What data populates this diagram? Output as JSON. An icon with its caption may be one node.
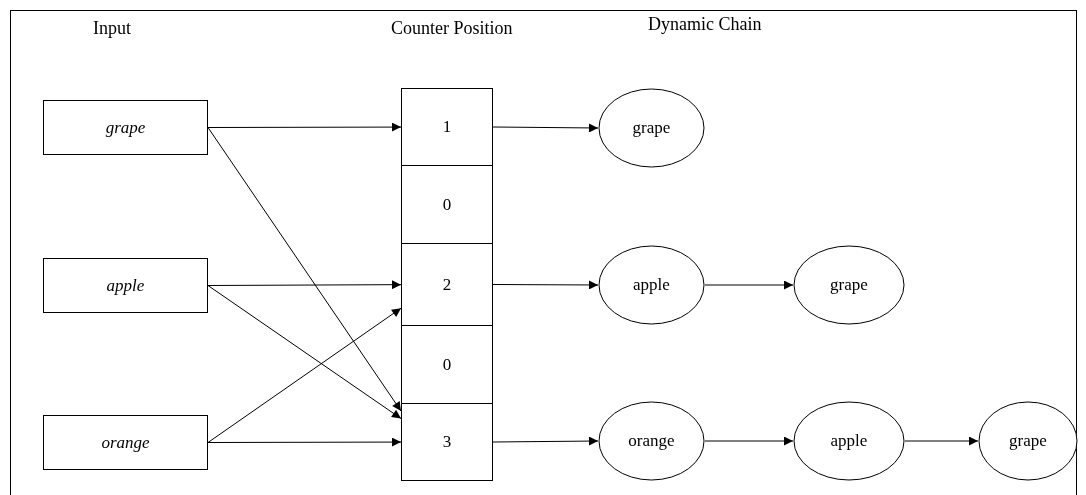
{
  "diagram": {
    "nodes": [
      {
        "text": [
          "grape"
        ]
      },
      {
        "text": [
          "apple"
        ]
      },
      {
        "text": [
          "orange"
        ]
      },
      {
        "text": [
          "1"
        ]
      },
      {
        "text": [
          "0"
        ]
      },
      {
        "text": [
          "2"
        ]
      },
      {
        "text": [
          "0"
        ]
      },
      {
        "text": [
          "3"
        ]
      },
      {
        "text": [
          "grape"
        ]
      },
      {
        "text": [
          "apple"
        ]
      },
      {
        "text": [
          "grape"
        ]
      },
      {
        "text": [
          "orange"
        ]
      },
      {
        "text": [
          "apple"
        ]
      },
      {
        "text": [
          "grape"
        ]
      }
    ],
    "edges": [
      {
        "from": 0,
        "to": 3,
        "arrow": "to"
      },
      {
        "from": 0,
        "to": 7,
        "arrow": "to"
      },
      {
        "from": 1,
        "to": 5,
        "arrow": "to"
      },
      {
        "from": 1,
        "to": 7,
        "arrow": "to"
      },
      {
        "from": 2,
        "to": 5,
        "arrow": "to"
      },
      {
        "from": 2,
        "to": 7,
        "arrow": "to"
      },
      {
        "from": 3,
        "to": 8,
        "arrow": "to"
      },
      {
        "from": 5,
        "to": 9,
        "arrow": "to"
      },
      {
        "from": 9,
        "to": 10,
        "arrow": "to"
      },
      {
        "from": 7,
        "to": 11,
        "arrow": "to"
      },
      {
        "from": 11,
        "to": 12,
        "arrow": "to"
      },
      {
        "from": 12,
        "to": 13,
        "arrow": "to"
      }
    ],
    "labels": [
      "Input",
      "Counter Position",
      "Dynamic Chain"
    ]
  }
}
